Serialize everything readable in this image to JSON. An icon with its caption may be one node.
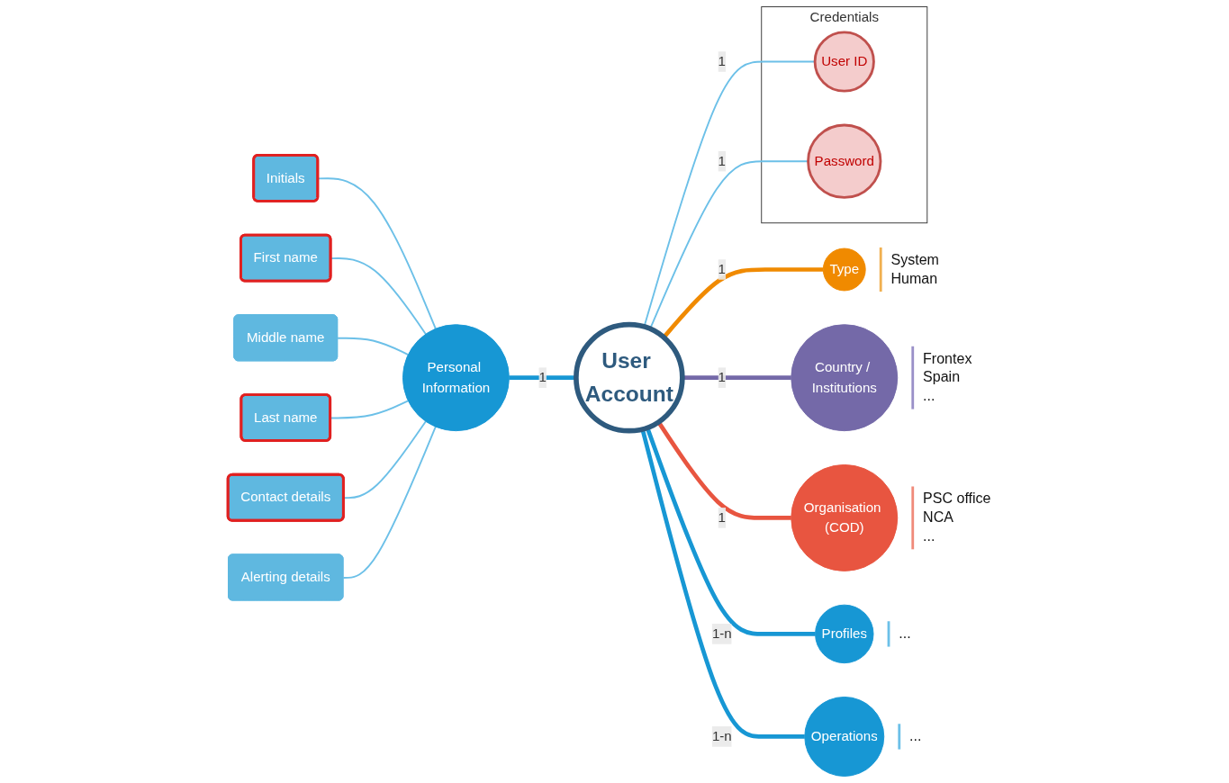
{
  "diagram": {
    "nodes": [
      {
        "text": [
          "User Account"
        ]
      },
      {
        "text": [
          "Type"
        ],
        "beside": [
          "System",
          "Human"
        ]
      },
      {
        "text": [
          "Country / Institutions"
        ],
        "beside": [
          "Frontex",
          "Spain",
          "..."
        ]
      },
      {
        "text": [
          "Organisation (COD)"
        ],
        "beside": [
          "PSC office",
          "NCA",
          "..."
        ]
      },
      {
        "text": [
          "Profiles"
        ],
        "beside": [
          "..."
        ]
      },
      {
        "text": [
          "Operations"
        ],
        "beside": [
          "..."
        ]
      },
      {
        "text": [
          "Personal Information"
        ]
      },
      {
        "text": [
          "Initials"
        ]
      },
      {
        "text": [
          "First name"
        ]
      },
      {
        "text": [
          "Middle name"
        ]
      },
      {
        "text": [
          "Last name"
        ]
      },
      {
        "text": [
          "Contact details"
        ]
      },
      {
        "text": [
          "Alerting details"
        ]
      },
      {
        "text": [
          "Credentials"
        ]
      },
      {
        "text": [
          "User ID"
        ],
        "in": 13
      },
      {
        "text": [
          "Password"
        ],
        "in": 13
      }
    ],
    "edges": [
      {
        "from": 7,
        "to": 6,
        "arrow": "none"
      },
      {
        "from": 8,
        "to": 6,
        "arrow": "none"
      },
      {
        "from": 9,
        "to": 6,
        "arrow": "none"
      },
      {
        "from": 10,
        "to": 6,
        "arrow": "none"
      },
      {
        "from": 11,
        "to": 6,
        "arrow": "none"
      },
      {
        "from": 12,
        "to": 6,
        "arrow": "none"
      },
      {
        "from": 6,
        "to": 0,
        "label": "1",
        "arrow": "none",
        "style": "thick",
        "color": "#1797d4"
      },
      {
        "from": 0,
        "to": 1,
        "label": "1",
        "arrow": "none",
        "style": "thick",
        "color": "#f08a00"
      },
      {
        "from": 0,
        "to": 2,
        "label": "1",
        "arrow": "none",
        "style": "thick",
        "color": "#7469a8"
      },
      {
        "from": 0,
        "to": 3,
        "label": "1",
        "arrow": "none",
        "style": "thick",
        "color": "#e85540"
      },
      {
        "from": 0,
        "to": 4,
        "label": "1-n",
        "arrow": "none",
        "style": "thick",
        "color": "#1797d4"
      },
      {
        "from": 0,
        "to": 5,
        "label": "1-n",
        "arrow": "none",
        "style": "thick",
        "color": "#1797d4"
      },
      {
        "from": 0,
        "to": 14,
        "label": "1",
        "arrow": "none"
      },
      {
        "from": 0,
        "to": 15,
        "label": "1",
        "arrow": "none"
      }
    ]
  }
}
